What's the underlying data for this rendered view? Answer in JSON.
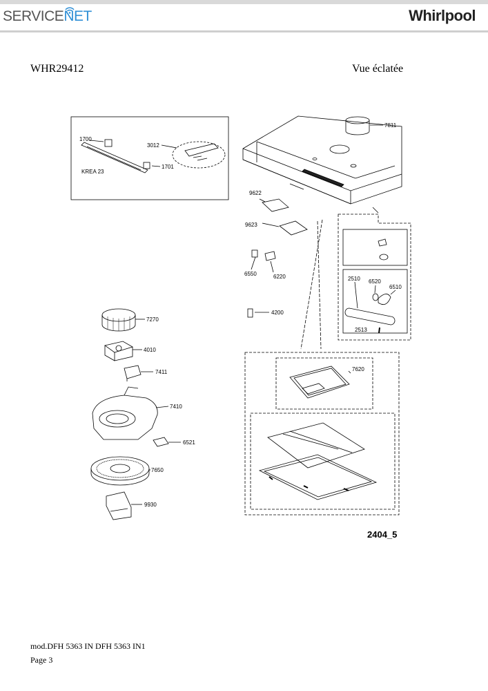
{
  "header": {
    "brand_left_service": "SERVICE",
    "brand_left_net": "NET",
    "brand_right": "Whirlpool"
  },
  "doc": {
    "model": "WHR29412",
    "view_title": "Vue éclatée",
    "diagram_code": "2404_5"
  },
  "parts": {
    "p1700": "1700",
    "p3012": "3012",
    "p1701": "1701",
    "krea": "KREA 23",
    "p7811": "7811",
    "p9622": "9622",
    "p9623": "9623",
    "p6550": "6550",
    "p6220": "6220",
    "p4200": "4200",
    "p2510": "2510",
    "p6520": "6520",
    "p6510": "6510",
    "p2513": "2513",
    "p7270": "7270",
    "p4010": "4010",
    "p7411": "7411",
    "p7410": "7410",
    "p6521": "6521",
    "p7650": "7650",
    "p9930": "9930",
    "p7620": "7620"
  },
  "footer": {
    "mod": "mod.DFH 5363 IN DFH 5363 IN1",
    "page": "Page 3"
  }
}
